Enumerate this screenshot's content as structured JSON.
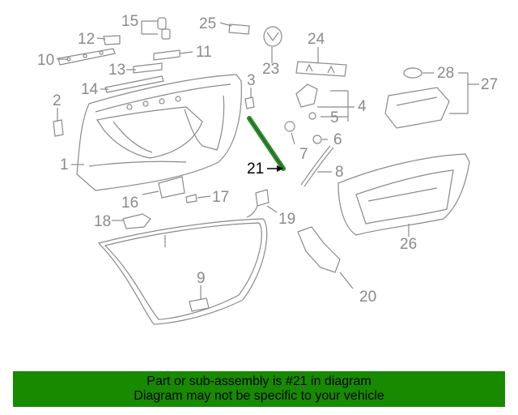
{
  "diagram": {
    "highlight_color": "#2e8b2e",
    "callouts": {
      "c1": "1",
      "c2": "2",
      "c3": "3",
      "c4": "4",
      "c5": "5",
      "c6": "6",
      "c7": "7",
      "c8": "8",
      "c9": "9",
      "c10": "10",
      "c11": "11",
      "c12": "12",
      "c13": "13",
      "c14": "14",
      "c15": "15",
      "c16": "16",
      "c17": "17",
      "c18": "18",
      "c19": "19",
      "c20": "20",
      "c21": "21",
      "c23": "23",
      "c24": "24",
      "c25": "25",
      "c26": "26",
      "c27": "27",
      "c28": "28"
    }
  },
  "banner": {
    "background_color": "#178a00",
    "line1": "Part or sub-assembly is #21 in diagram",
    "line2": "Diagram may not be specific to your vehicle"
  }
}
